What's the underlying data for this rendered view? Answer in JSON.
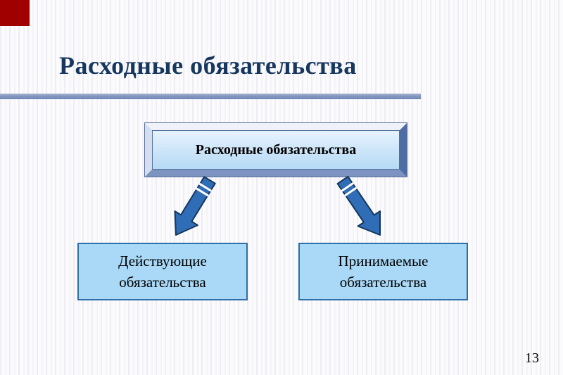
{
  "slide": {
    "title": "Расходные обязательства",
    "page_number": "13"
  },
  "diagram": {
    "root_label": "Расходные обязательства",
    "children": [
      {
        "label": "Действующие обязательства"
      },
      {
        "label": "Принимаемые обязательства"
      }
    ],
    "connectors": [
      {
        "from": "root",
        "to": "child-left",
        "direction": "down-left"
      },
      {
        "from": "root",
        "to": "child-right",
        "direction": "down-right"
      }
    ]
  },
  "colors": {
    "corner_accent": "#a00000",
    "title_text": "#17375e",
    "title_rule": "#8396be",
    "arrow_fill": "#2f6db6",
    "arrow_outline": "#16365c",
    "child_box_fill": "#a9d9f7",
    "child_box_border": "#2e6fa8",
    "root_box_fill_top": "#e6f3fd",
    "root_box_fill_bottom": "#b6daf5"
  }
}
